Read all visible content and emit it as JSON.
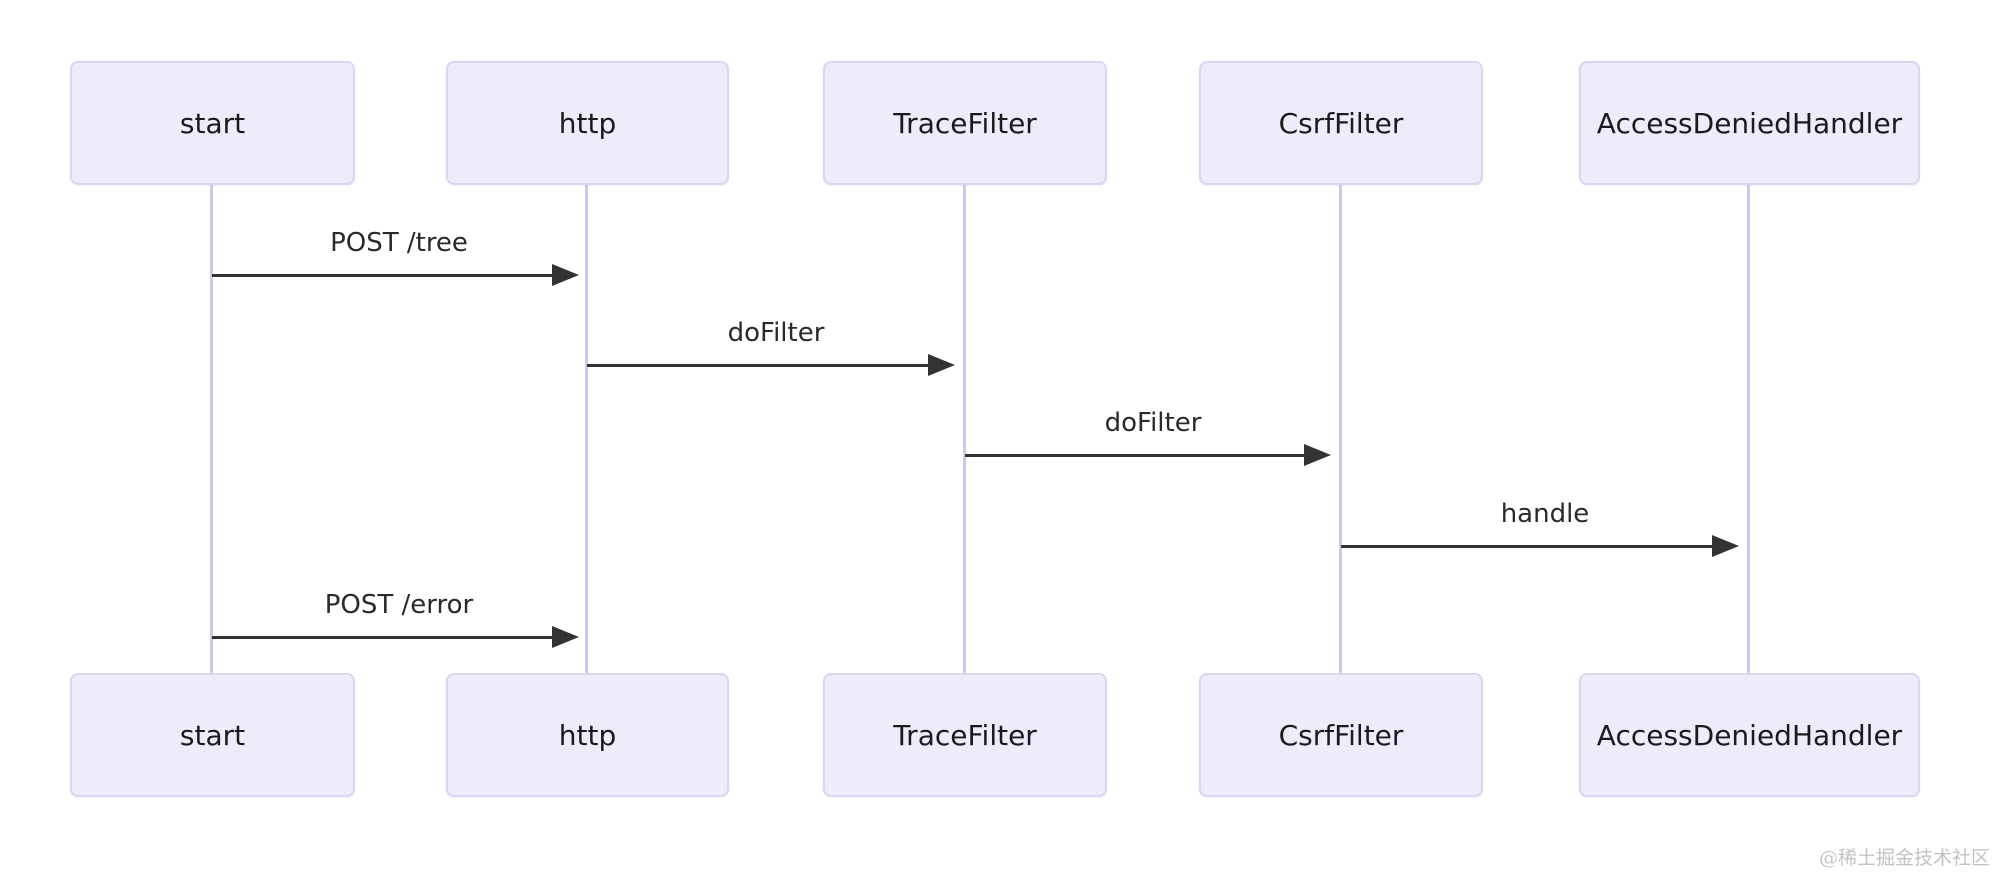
{
  "diagram": {
    "type": "sequence-diagram",
    "participants": [
      {
        "id": "start",
        "label": "start"
      },
      {
        "id": "http",
        "label": "http"
      },
      {
        "id": "TraceFilter",
        "label": "TraceFilter"
      },
      {
        "id": "CsrfFilter",
        "label": "CsrfFilter"
      },
      {
        "id": "AccessDeniedHandler",
        "label": "AccessDeniedHandler"
      }
    ],
    "messages": [
      {
        "from": "start",
        "to": "http",
        "label": "POST /tree",
        "arrow": "solid-filled"
      },
      {
        "from": "http",
        "to": "TraceFilter",
        "label": "doFilter",
        "arrow": "solid-filled"
      },
      {
        "from": "TraceFilter",
        "to": "CsrfFilter",
        "label": "doFilter",
        "arrow": "solid-filled"
      },
      {
        "from": "CsrfFilter",
        "to": "AccessDeniedHandler",
        "label": "handle",
        "arrow": "solid-filled"
      },
      {
        "from": "start",
        "to": "http",
        "label": "POST /error",
        "arrow": "solid-filled"
      }
    ],
    "colors": {
      "participant_fill": "#ECECFB",
      "participant_border": "#D9D5F2",
      "lifeline": "#CEC9EC",
      "arrow": "#333333",
      "text": "#1b1b1b",
      "watermark": "#c3c3c3",
      "background": "#ffffff"
    }
  },
  "watermark": {
    "text": "@稀土掘金技术社区"
  }
}
